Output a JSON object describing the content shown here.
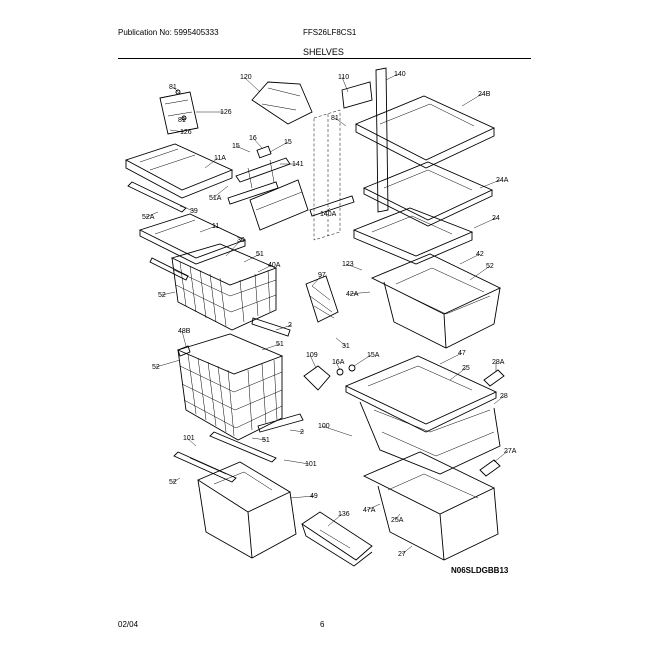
{
  "header": {
    "publication": "Publication No: 5995405333",
    "model": "FFS26LF8CS1",
    "section": "SHELVES"
  },
  "footer": {
    "date": "02/04",
    "page": "6",
    "drawing_code": "N06SLDGBB13"
  },
  "callouts": [
    "81",
    "126",
    "81",
    "126",
    "15",
    "16",
    "15",
    "141",
    "11A",
    "51A",
    "39",
    "52A",
    "11",
    "30",
    "51",
    "40A",
    "52",
    "2",
    "48B",
    "51",
    "52",
    "2",
    "51",
    "101",
    "52",
    "101",
    "49",
    "120",
    "110",
    "140",
    "81",
    "24B",
    "24A",
    "24",
    "140A",
    "42",
    "123",
    "52",
    "97",
    "42A",
    "31",
    "109",
    "16A",
    "15A",
    "47",
    "25",
    "28A",
    "28",
    "100",
    "27A",
    "47A",
    "25A",
    "27",
    "136"
  ]
}
